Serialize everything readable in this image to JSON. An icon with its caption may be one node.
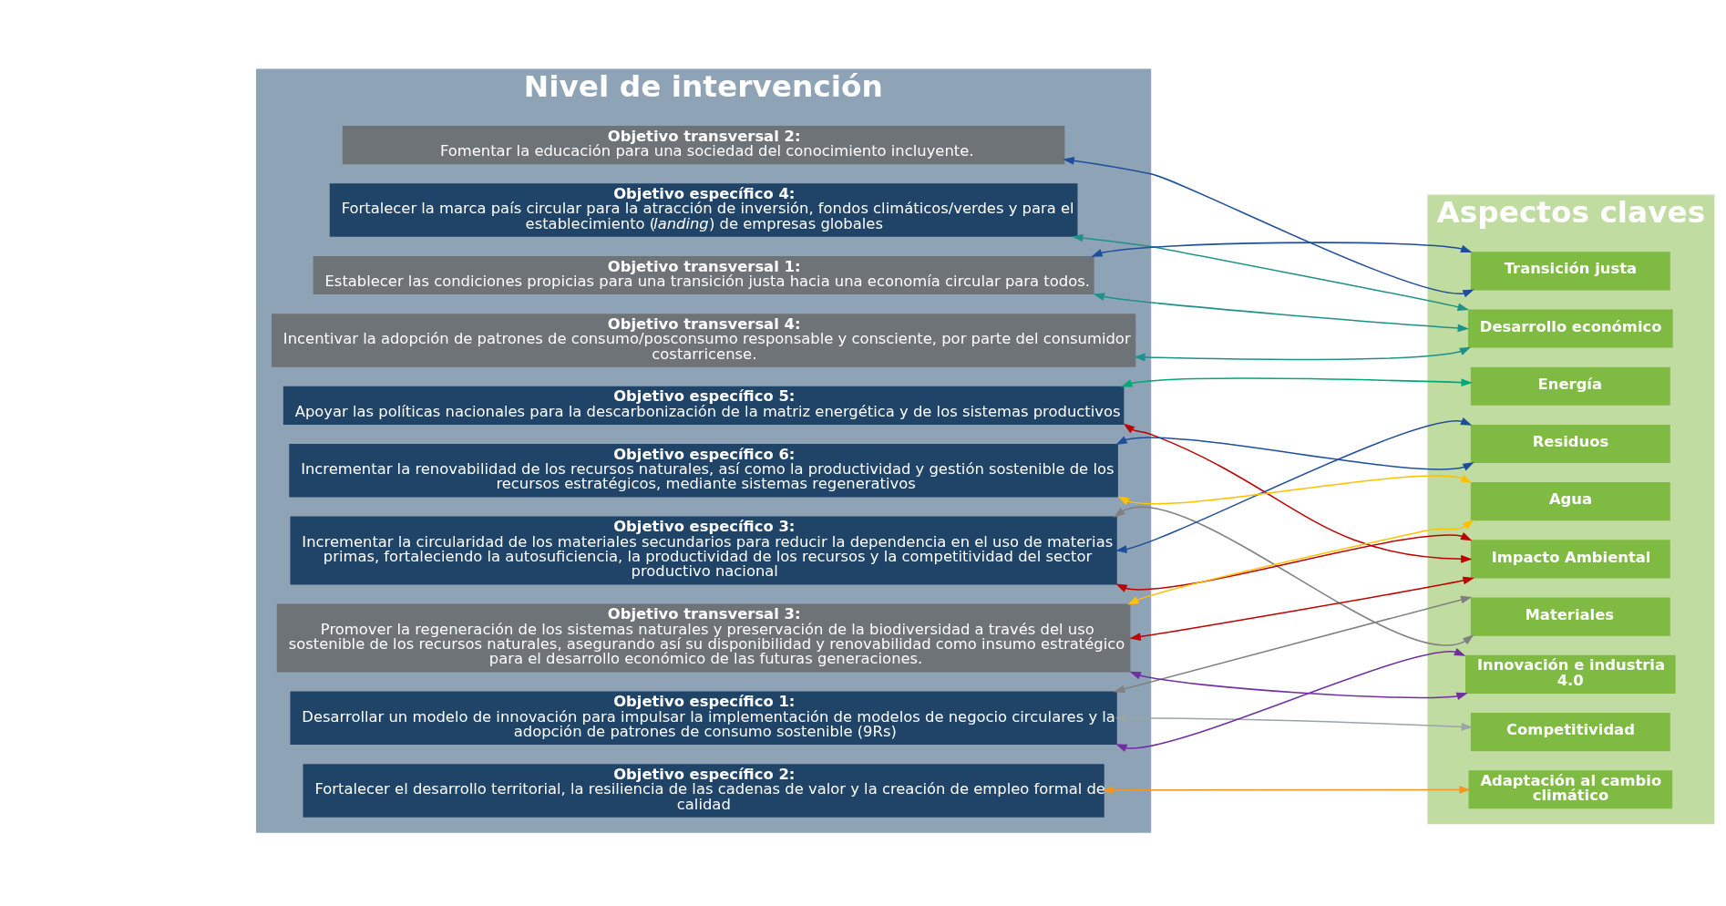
{
  "diagram": {
    "nodes": [
      {
        "text": [
          "Nivel de intervención"
        ]
      },
      {
        "text": [
          "Objetivo específico 1:",
          "Desarrollar un modelo de innovación para impulsar la implementación de modelos de negocio circulares y la adopción de patrones de consumo sostenible (9Rs)"
        ],
        "in": 0
      },
      {
        "text": [
          "Objetivo específico 2:",
          "Fortalecer el desarrollo territorial, la resiliencia de las cadenas de valor y la creación de empleo formal de calidad"
        ],
        "in": 0
      },
      {
        "text": [
          "Objetivo específico 3:",
          "Incrementar la circularidad de los materiales secundarios para reducir la dependencia en el uso de materias primas, fortaleciendo la autosuficiencia, la productividad de los recursos y la competitividad del sector productivo nacional"
        ],
        "in": 0
      },
      {
        "text": [
          "Objetivo específico 4:",
          "Fortalecer la marca país circular para la atracción de inversión, fondos climáticos/verdes y para el establecimiento (*landing*) de empresas globales"
        ],
        "in": 0
      },
      {
        "text": [
          "Objetivo específico 5:",
          "Apoyar las políticas nacionales para la descarbonización de la matriz energética y de los sistemas productivos"
        ],
        "in": 0
      },
      {
        "text": [
          "Objetivo específico 6:",
          "Incrementar la renovabilidad de los recursos naturales, así como la productividad y gestión sostenible de los recursos estratégicos, mediante sistemas regenerativos"
        ],
        "in": 0
      },
      {
        "text": [
          "Objetivo transversal 1:",
          "Establecer las condiciones propicias para una transición justa hacia una economía circular para todos."
        ],
        "in": 0
      },
      {
        "text": [
          "Objetivo transversal 2:",
          "Fomentar la educación para una sociedad del conocimiento incluyente."
        ],
        "in": 0
      },
      {
        "text": [
          "Objetivo transversal 3:",
          "Promover la regeneración de los sistemas naturales y preservación de la biodiversidad a través del uso sostenible de los recursos naturales, asegurando así su disponibilidad y renovabilidad como insumo estratégico para el desarrollo económico de las futuras generaciones."
        ],
        "in": 0
      },
      {
        "text": [
          "Objetivo transversal 4:",
          "Incentivar la adopción de patrones de consumo/posconsumo responsable y consciente, por parte del consumidor costarricense."
        ],
        "in": 0
      },
      {
        "text": [
          "Aspectos claves"
        ]
      },
      {
        "text": [
          "Materiales"
        ],
        "in": 11
      },
      {
        "text": [
          "Residuos"
        ],
        "in": 11
      },
      {
        "text": [
          "Energía"
        ],
        "in": 11
      },
      {
        "text": [
          "Agua"
        ],
        "in": 11
      },
      {
        "text": [
          "Impacto Ambiental"
        ],
        "in": 11
      },
      {
        "text": [
          "Competitividad"
        ],
        "in": 11
      },
      {
        "text": [
          "Transición justa"
        ],
        "in": 11
      },
      {
        "text": [
          "Desarrollo económico"
        ],
        "in": 11
      },
      {
        "text": [
          "Innovación e industria 4.0"
        ],
        "in": 11
      },
      {
        "text": [
          "Adaptación al cambio climático"
        ],
        "in": 11
      }
    ],
    "edges": [
      {
        "from": 1,
        "to": 12,
        "arrow": "both",
        "color": "#808080"
      },
      {
        "from": 1,
        "to": 17,
        "arrow": "both",
        "color": "#9aa5a8"
      },
      {
        "from": 1,
        "to": 20,
        "arrow": "both",
        "color": "#7030a0"
      },
      {
        "from": 2,
        "to": 21,
        "arrow": "both",
        "color": "#f7941d"
      },
      {
        "from": 3,
        "to": 12,
        "arrow": "both",
        "color": "#808080"
      },
      {
        "from": 3,
        "to": 13,
        "arrow": "both",
        "color": "#1f4e9a"
      },
      {
        "from": 3,
        "to": 16,
        "arrow": "both",
        "color": "#c00000"
      },
      {
        "from": 4,
        "to": 19,
        "arrow": "both",
        "color": "#1f9188"
      },
      {
        "from": 5,
        "to": 14,
        "arrow": "both",
        "color": "#00a878"
      },
      {
        "from": 5,
        "to": 16,
        "arrow": "both",
        "color": "#c00000"
      },
      {
        "from": 6,
        "to": 13,
        "arrow": "both",
        "color": "#1f4e9a"
      },
      {
        "from": 6,
        "to": 15,
        "arrow": "both",
        "color": "#ffc000"
      },
      {
        "from": 7,
        "to": 18,
        "arrow": "both",
        "color": "#1f4e9a"
      },
      {
        "from": 7,
        "to": 19,
        "arrow": "both",
        "color": "#1f9188"
      },
      {
        "from": 8,
        "to": 18,
        "arrow": "both",
        "color": "#1f4e9a"
      },
      {
        "from": 9,
        "to": 15,
        "arrow": "both",
        "color": "#ffc000"
      },
      {
        "from": 9,
        "to": 16,
        "arrow": "both",
        "color": "#c00000"
      },
      {
        "from": 9,
        "to": 20,
        "arrow": "both",
        "color": "#7030a0"
      },
      {
        "from": 10,
        "to": 19,
        "arrow": "both",
        "color": "#1f9188"
      }
    ]
  }
}
